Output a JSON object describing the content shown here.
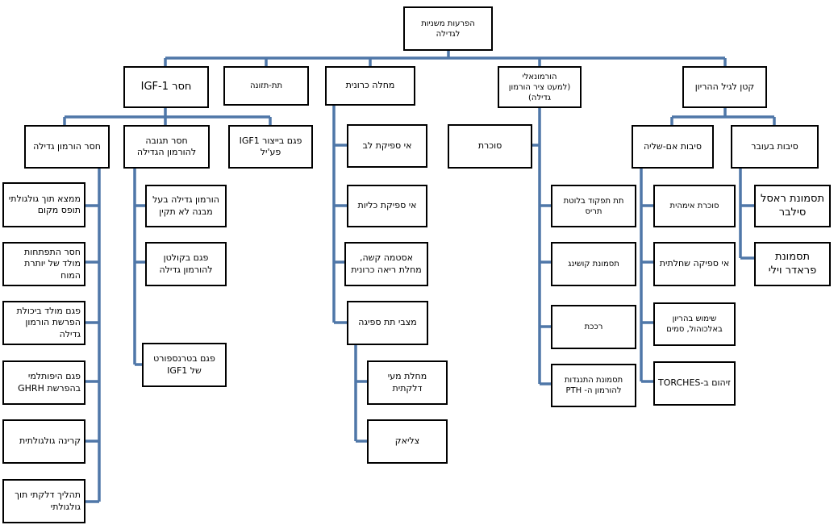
{
  "nodes": {
    "root": "הפרעות משניות\nלגדילה",
    "l1_small_for_gest": "קטן לגיל ההריון",
    "l1_hormonal": "הורמונאלי\n(למעט ציר הורמון\nגדילה)",
    "l1_chronic": "מחלה כרונית",
    "l1_malnutrition": "תת-תזונה",
    "l1_igf1": "חסר IGF-1",
    "fetal_causes": "סיבות בעובר",
    "maternal_causes": "סיבות אם-שליה",
    "russell_silver": "תסמונת ראסל\nסילבר",
    "prader_willi": "תסמונת\nפראדר וילי",
    "maternal_diabetes": "סוכרת אימהית",
    "placental_insuff": "אי ספיקה שחלתית",
    "pregnancy_alcohol": "שימוש בהריון\nבאלכוהול, סמים",
    "torches": "זיהום ב-TORCHES",
    "diabetes": "סוכרת",
    "hypothyroid": "תת תפקוד בלוטת\nתריס",
    "cushing": "תסמונת קושינג",
    "rickets": "רככת",
    "pth_resistance": "תסמונת התנגדות\nלהורמון ה- PTH",
    "heart_failure": "אי ספיקת לב",
    "renal_failure": "אי ספיקת כליות",
    "asthma_lung": "אסטמה קשה,\nמחלת ריאה כרונית",
    "malabsorption": "מצבי תת ספיגה",
    "ibd": "מחלת מעי דלקתית",
    "celiac": "צליאק",
    "igf1_production_defect": "פגם בייצור IGF1\nפע'יל",
    "gh_resistance": "חסר תגובה\nלהורמון הגדילה",
    "gh_deficiency": "חסר הורמון גדילה",
    "abnormal_gh_structure": "הורמון גדילה בעל\nמבנה לא תקין",
    "gh_receptor_defect": "פגם בקולטן\nלהורמון גדילה",
    "igf1_transport_defect": "פגם בטרנספורט\nשל IGF1",
    "brain_mass": "ממצא תוך גולגולתי\nתופס מקום",
    "brain_dev": "חסר התפתחות\nמולד של יותרת\nהמוח",
    "congenital_gh_secretion": "פגם מולד ביכולת\nהפרשת הורמון\nגדילה",
    "ghrh_defect": "פגם היפותלמי\nבהפרשת GHRH",
    "cranial_radiation": "קרינה גולגולתית",
    "intracranial_inflam": "תהליך דלקתי תוך\nגולגולתי"
  },
  "colors": {
    "connector": "#4f77a8",
    "box_border": "#000000"
  }
}
